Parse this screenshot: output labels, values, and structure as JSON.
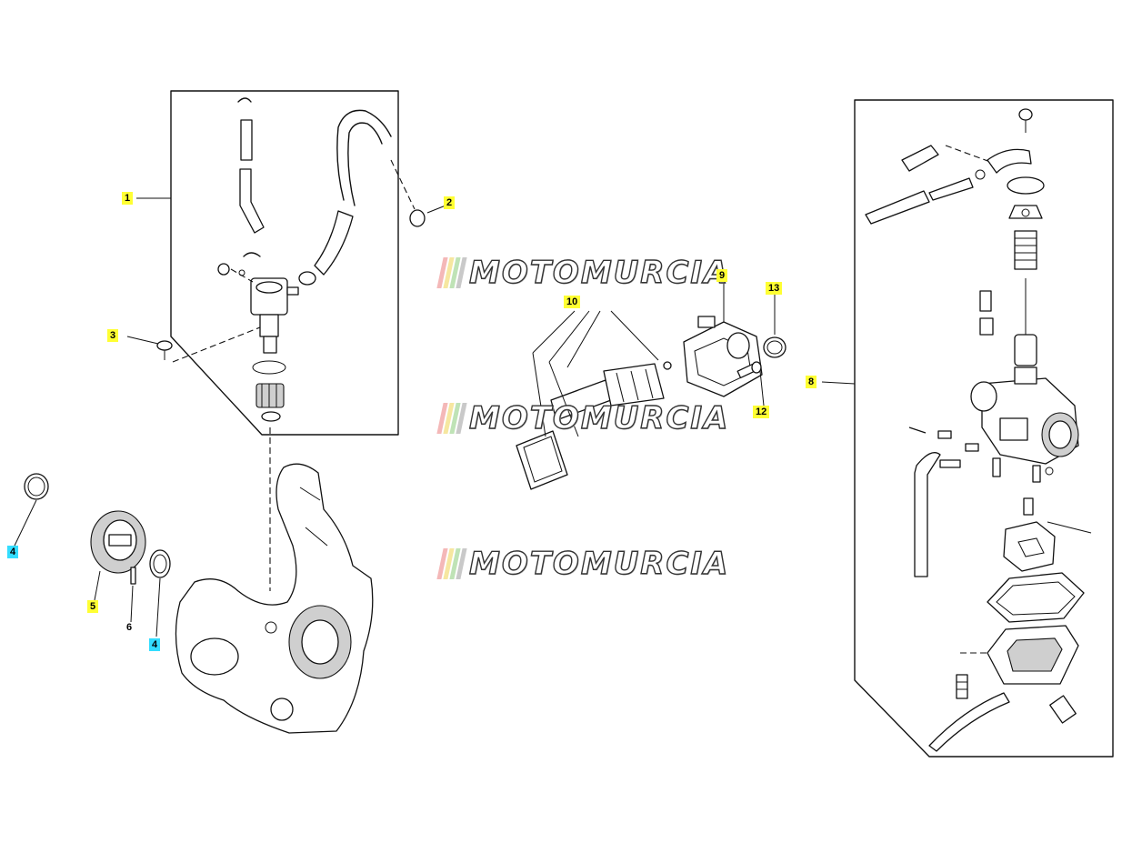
{
  "callouts": {
    "c1": "1",
    "c2": "2",
    "c3": "3",
    "c4a": "4",
    "c4b": "4",
    "c5": "5",
    "c6": "6",
    "c8": "8",
    "c9": "9",
    "c10": "10",
    "c12": "12",
    "c13": "13"
  },
  "watermark": {
    "text": "MOTOMURCIA",
    "bar_colors": [
      "#f4b8b8",
      "#f6e7a0",
      "#bfe3b6",
      "#c9c9c9"
    ]
  },
  "colors": {
    "callout_yellow": "#ffff33",
    "callout_cyan": "#33ddff",
    "line": "#111111"
  }
}
